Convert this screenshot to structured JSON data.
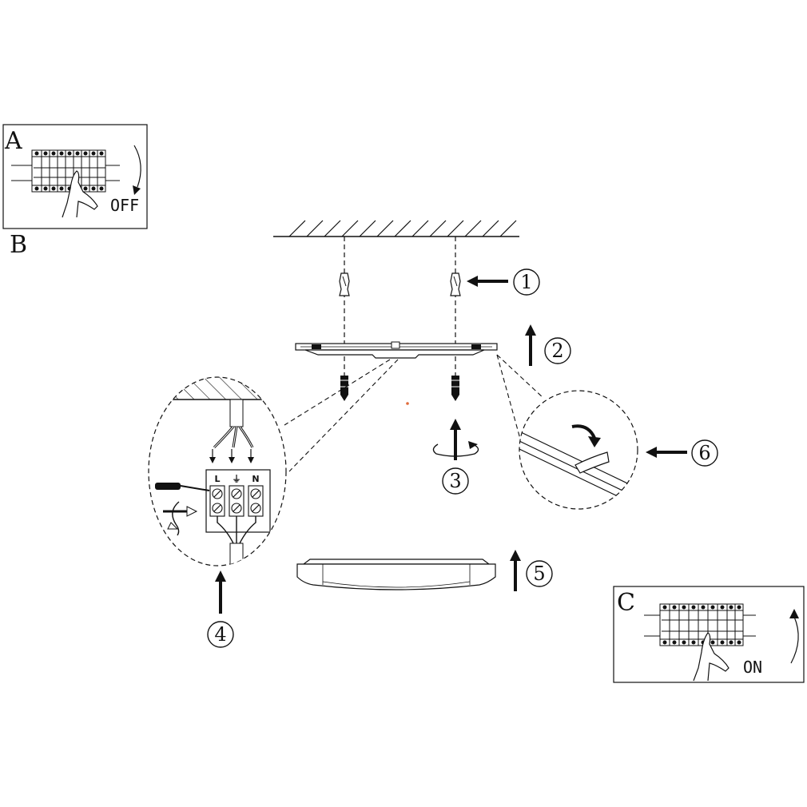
{
  "panels": {
    "a": {
      "letter": "A",
      "state_label": "OFF"
    },
    "b": {
      "letter": "B"
    },
    "c": {
      "letter": "C",
      "state_label": "ON"
    }
  },
  "steps": [
    {
      "number": "1"
    },
    {
      "number": "2"
    },
    {
      "number": "3"
    },
    {
      "number": "4"
    },
    {
      "number": "5"
    },
    {
      "number": "6"
    }
  ],
  "terminal_block": {
    "labels": [
      "L",
      "⏚",
      "N"
    ]
  },
  "colors": {
    "ink": "#111111",
    "background": "#ffffff",
    "accent_dot": "#e06a3a"
  }
}
